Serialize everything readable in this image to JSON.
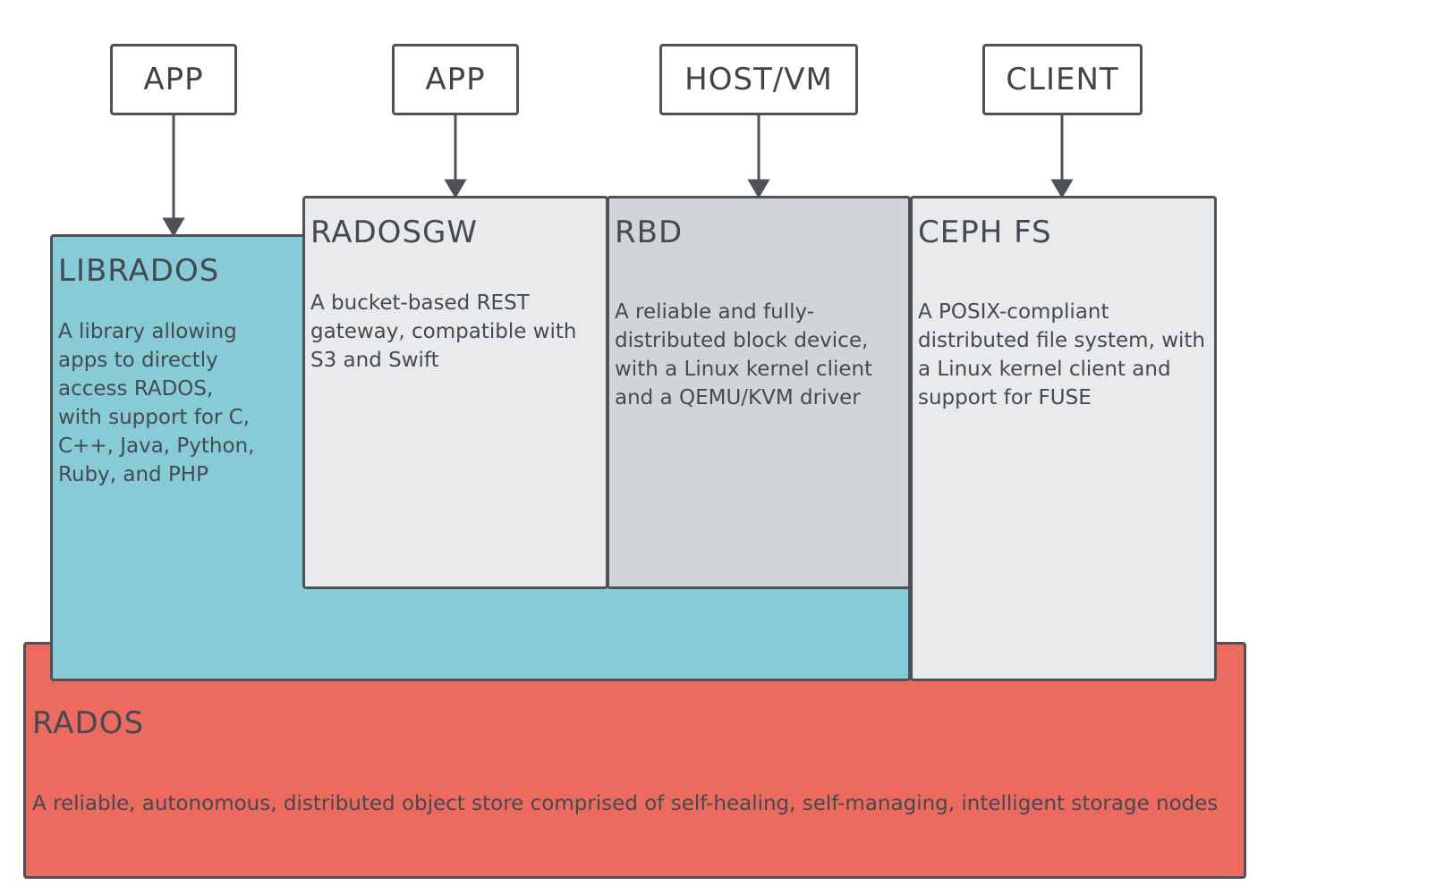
{
  "clients": [
    {
      "label": "APP"
    },
    {
      "label": "APP"
    },
    {
      "label": "HOST/VM"
    },
    {
      "label": "CLIENT"
    }
  ],
  "components": {
    "librados": {
      "title": "LIBRADOS",
      "desc": "A library allowing apps to directly access RADOS, with support for C, C++, Java, Python, Ruby, and PHP",
      "color": "#87cbd6"
    },
    "radosgw": {
      "title": "RADOSGW",
      "desc": "A bucket-based REST gateway, compatible with S3 and Swift",
      "color": "#e8eaeb"
    },
    "rbd": {
      "title": "RBD",
      "desc": "A reliable and fully-distributed block device, with a Linux kernel client and a QEMU/KVM driver",
      "color": "#d2d5d7"
    },
    "cephfs": {
      "title": "CEPH FS",
      "desc": "A POSIX-compliant distributed file system, with a Linux kernel client and support for FUSE",
      "color": "#e8eaeb"
    },
    "rados": {
      "title": "RADOS",
      "desc": "A reliable, autonomous, distributed object store comprised of self-healing, self-managing, intelligent storage nodes",
      "color": "#ec6a5e"
    }
  }
}
